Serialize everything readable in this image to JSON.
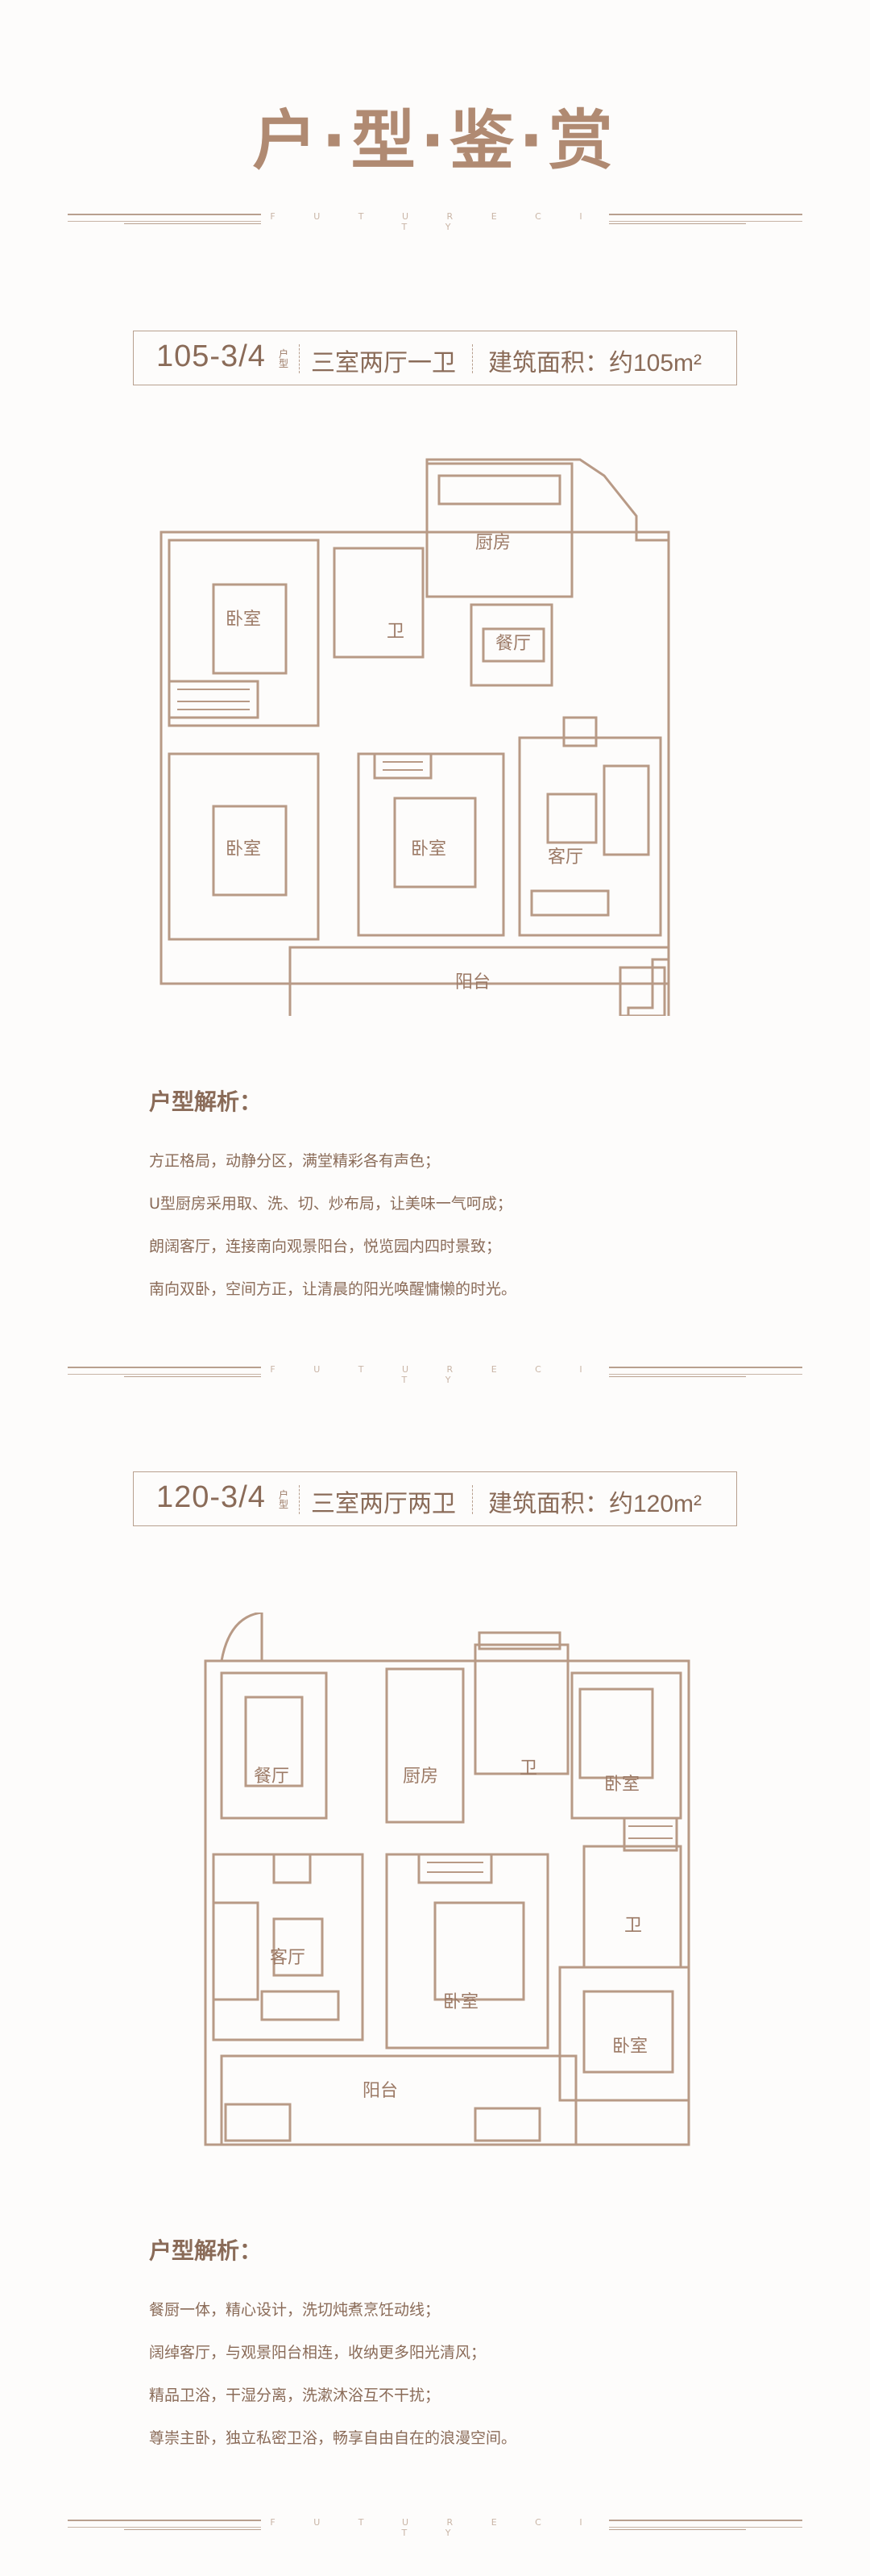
{
  "page_title": "户·型·鉴·赏",
  "divider_text": "F U T U R E C I T Y",
  "unit1": {
    "code": "105-3/4",
    "unit_mark": "户型",
    "type": "三室两厅一卫",
    "area": "建筑面积：约105m²",
    "rooms": {
      "bedroom_a": "卧室",
      "bedroom_b": "卧室",
      "bedroom_c": "卧室",
      "kitchen": "厨房",
      "bath": "卫",
      "dining": "餐厅",
      "living": "客厅",
      "balcony": "阳台"
    },
    "analysis_title": "户型解析：",
    "analysis": [
      "方正格局，动静分区，满堂精彩各有声色；",
      "U型厨房采用取、洗、切、炒布局，让美味一气呵成；",
      "朗阔客厅，连接南向观景阳台，悦览园内四时景致；",
      "南向双卧，空间方正，让清晨的阳光唤醒慵懒的时光。"
    ]
  },
  "unit2": {
    "code": "120-3/4",
    "unit_mark": "户型",
    "type": "三室两厅两卫",
    "area": "建筑面积：约120m²",
    "rooms": {
      "dining": "餐厅",
      "kitchen": "厨房",
      "bath_a": "卫",
      "bedroom_a": "卧室",
      "bath_b": "卫",
      "living": "客厅",
      "bedroom_b": "卧室",
      "bedroom_c": "卧室",
      "balcony": "阳台"
    },
    "analysis_title": "户型解析：",
    "analysis": [
      "餐厨一体，精心设计，洗切炖煮烹饪动线；",
      "阔绰客厅，与观景阳台相连，收纳更多阳光清风；",
      "精品卫浴，干湿分离，洗漱沐浴互不干扰；",
      "尊崇主卧，独立私密卫浴，畅享自由自在的浪漫空间。"
    ]
  }
}
